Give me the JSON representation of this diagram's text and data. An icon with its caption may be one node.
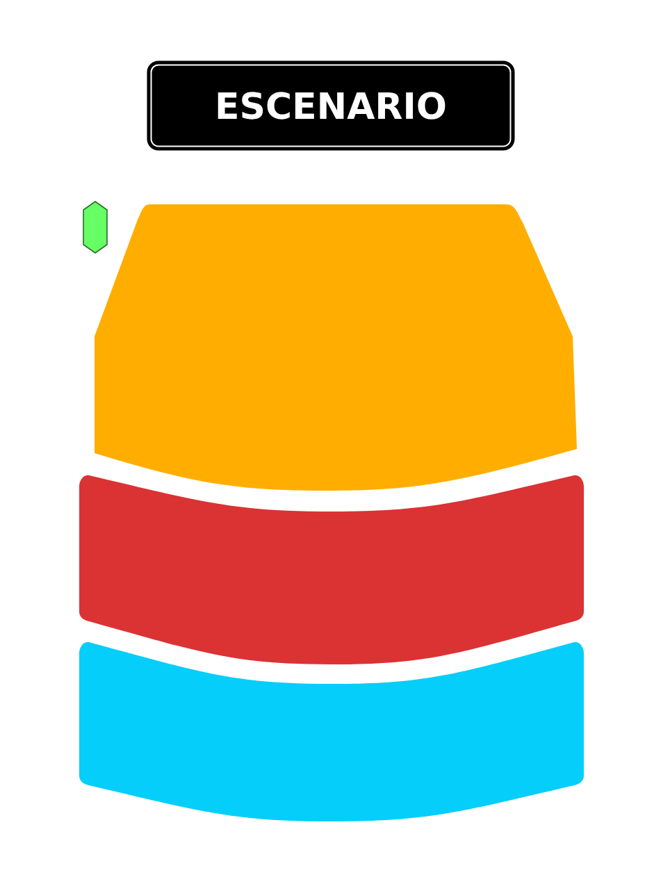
{
  "diagram": {
    "nodes": [
      {
        "text": [
          "ESCENARIO"
        ]
      },
      {
        "text": [],
        "shape": "hexagon"
      },
      {
        "text": [],
        "shape": "box"
      },
      {
        "text": [],
        "shape": "box"
      },
      {
        "text": [],
        "shape": "box"
      }
    ]
  }
}
